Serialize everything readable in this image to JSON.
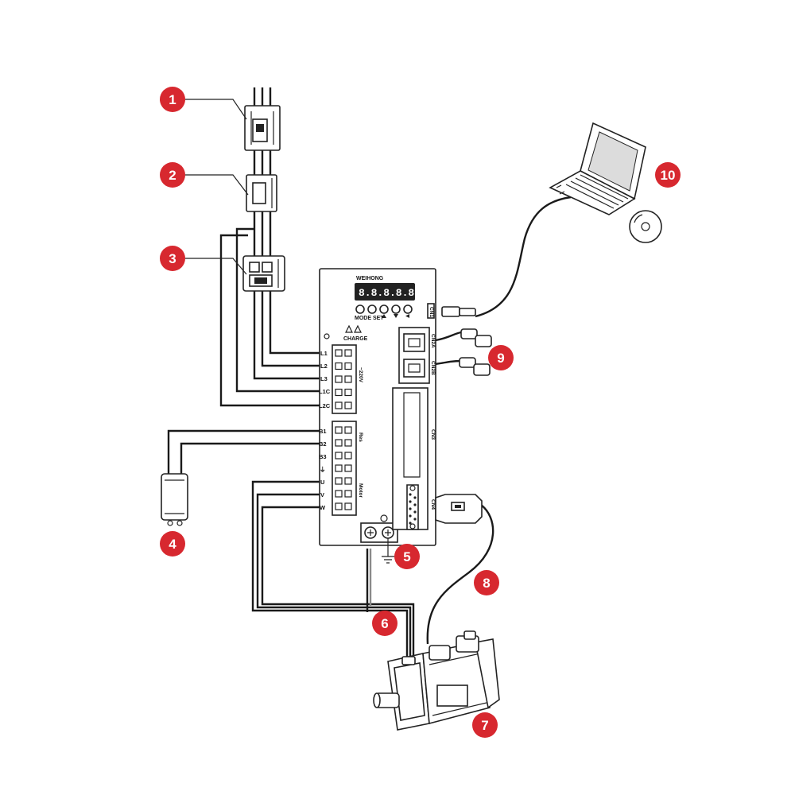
{
  "callouts": [
    "1",
    "2",
    "3",
    "4",
    "5",
    "6",
    "7",
    "8",
    "9",
    "10"
  ],
  "drive": {
    "brand": "WEIHONG",
    "display": "8.8.8.8.8.8.",
    "keys_label": "MODE SET",
    "charge_label": "CHARGE",
    "power_terminals": [
      "L1",
      "L2",
      "L3",
      "L1C",
      "L2C"
    ],
    "voltage_label": "~220V",
    "brake_terminals": [
      "B1",
      "B2",
      "B3"
    ],
    "brake_label": "Res",
    "ground_terminal": "⏚",
    "motor_terminals": [
      "U",
      "V",
      "W"
    ],
    "motor_label": "Motor",
    "ports": [
      "CN1",
      "CN2A",
      "CN2B",
      "CN3",
      "CN4"
    ]
  },
  "colors": {
    "callout": "#d7282f",
    "wire": "#1a1a1a",
    "ground_wire": "#8a8a8a"
  },
  "icons": [
    "circuit-breaker-icon",
    "filter-icon",
    "contactor-icon",
    "brake-resistor-icon",
    "ground-icon",
    "servo-motor-icon",
    "laptop-icon",
    "cd-icon",
    "usb-connector-icon",
    "rj45-connector-icon",
    "db9-connector-icon"
  ]
}
